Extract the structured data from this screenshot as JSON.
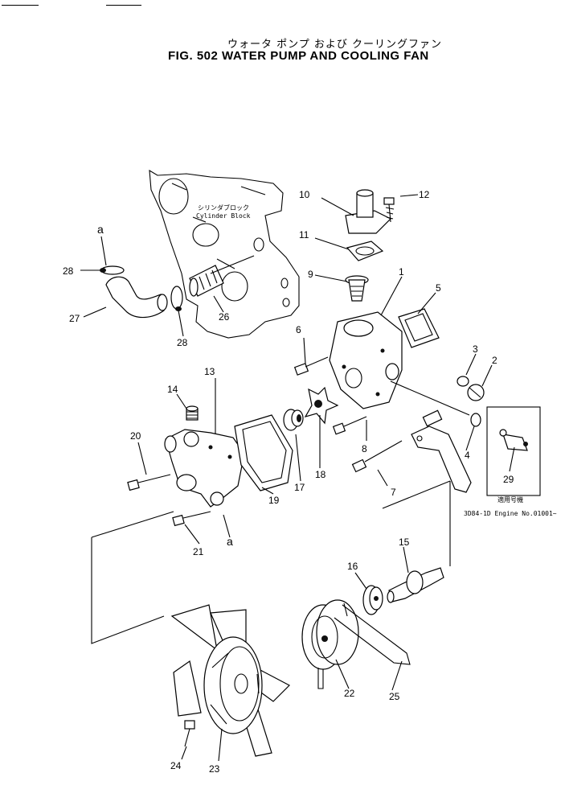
{
  "header": {
    "title_jp": "ウォータ ポンプ および クーリングファン",
    "title_en": "FIG. 502  WATER PUMP AND COOLING FAN"
  },
  "block_label": {
    "jp": "シリンダブロック",
    "en": "Cylinder Block"
  },
  "applicable": {
    "jp": "適用号機",
    "en": "3D84-1D Engine No.01001~"
  },
  "ref_letter": "a",
  "callouts": {
    "c1": "1",
    "c2": "2",
    "c3": "3",
    "c4": "4",
    "c5": "5",
    "c6": "6",
    "c7": "7",
    "c8": "8",
    "c9": "9",
    "c10": "10",
    "c11": "11",
    "c12": "12",
    "c13": "13",
    "c14": "14",
    "c15": "15",
    "c16": "16",
    "c17": "17",
    "c18": "18",
    "c19": "19",
    "c20": "20",
    "c21": "21",
    "c22": "22",
    "c23": "23",
    "c24": "24",
    "c25": "25",
    "c26": "26",
    "c27": "27",
    "c28a": "28",
    "c28b": "28",
    "c29": "29"
  }
}
